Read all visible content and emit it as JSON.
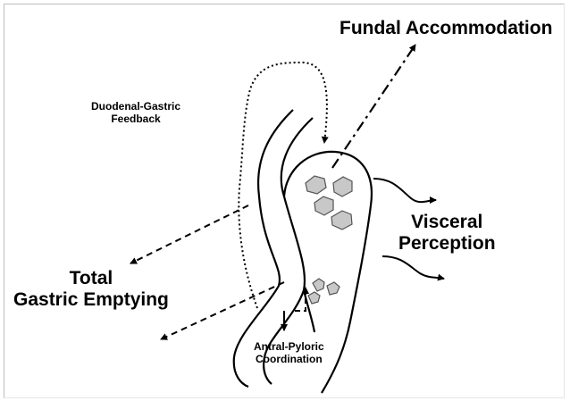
{
  "labels": {
    "fundal": "Fundal Accommodation",
    "feedback_line1": "Duodenal-Gastric",
    "feedback_line2": "Feedback",
    "visceral_line1": "Visceral",
    "visceral_line2": "Perception",
    "emptying_line1": "Total",
    "emptying_line2": "Gastric Emptying",
    "antral_line1": "Antral-Pyloric",
    "antral_line2": "Coordination"
  },
  "colors": {
    "stroke": "#000000",
    "food_fill": "#c8c8c8",
    "food_stroke": "#555555"
  }
}
